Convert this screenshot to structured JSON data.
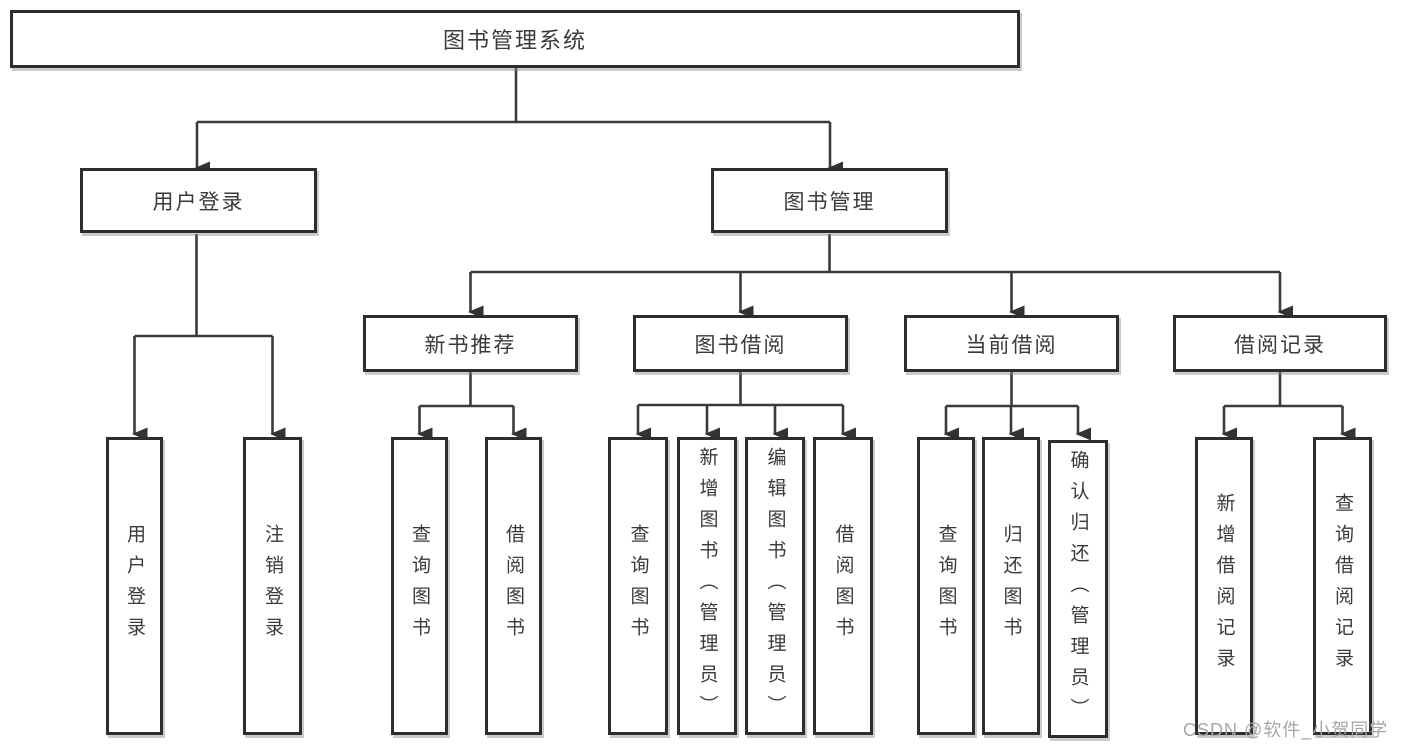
{
  "style": {
    "background": "#ffffff",
    "line_color": "#3a3a3a",
    "box_border_color": "#2d2d2d",
    "text_color": "#3a3a3a",
    "watermark_color": "#a6a6ab"
  },
  "watermark": {
    "text": "CSDN @软件_小贺同学"
  },
  "tree": {
    "root": {
      "label": "图书管理系统",
      "children": [
        {
          "label": "用户登录",
          "children": [
            {
              "label": "用户登录"
            },
            {
              "label": "注销登录"
            }
          ]
        },
        {
          "label": "图书管理",
          "children": [
            {
              "label": "新书推荐",
              "children": [
                {
                  "label": "查询图书"
                },
                {
                  "label": "借阅图书"
                }
              ]
            },
            {
              "label": "图书借阅",
              "children": [
                {
                  "label": "查询图书"
                },
                {
                  "label": "新增图书（管理员）"
                },
                {
                  "label": "编辑图书（管理员）"
                },
                {
                  "label": "借阅图书"
                }
              ]
            },
            {
              "label": "当前借阅",
              "children": [
                {
                  "label": "查询图书"
                },
                {
                  "label": "归还图书"
                },
                {
                  "label": "确认归还（管理员）"
                }
              ]
            },
            {
              "label": "借阅记录",
              "children": [
                {
                  "label": "新增借阅记录"
                },
                {
                  "label": "查询借阅记录"
                }
              ]
            }
          ]
        }
      ]
    }
  }
}
